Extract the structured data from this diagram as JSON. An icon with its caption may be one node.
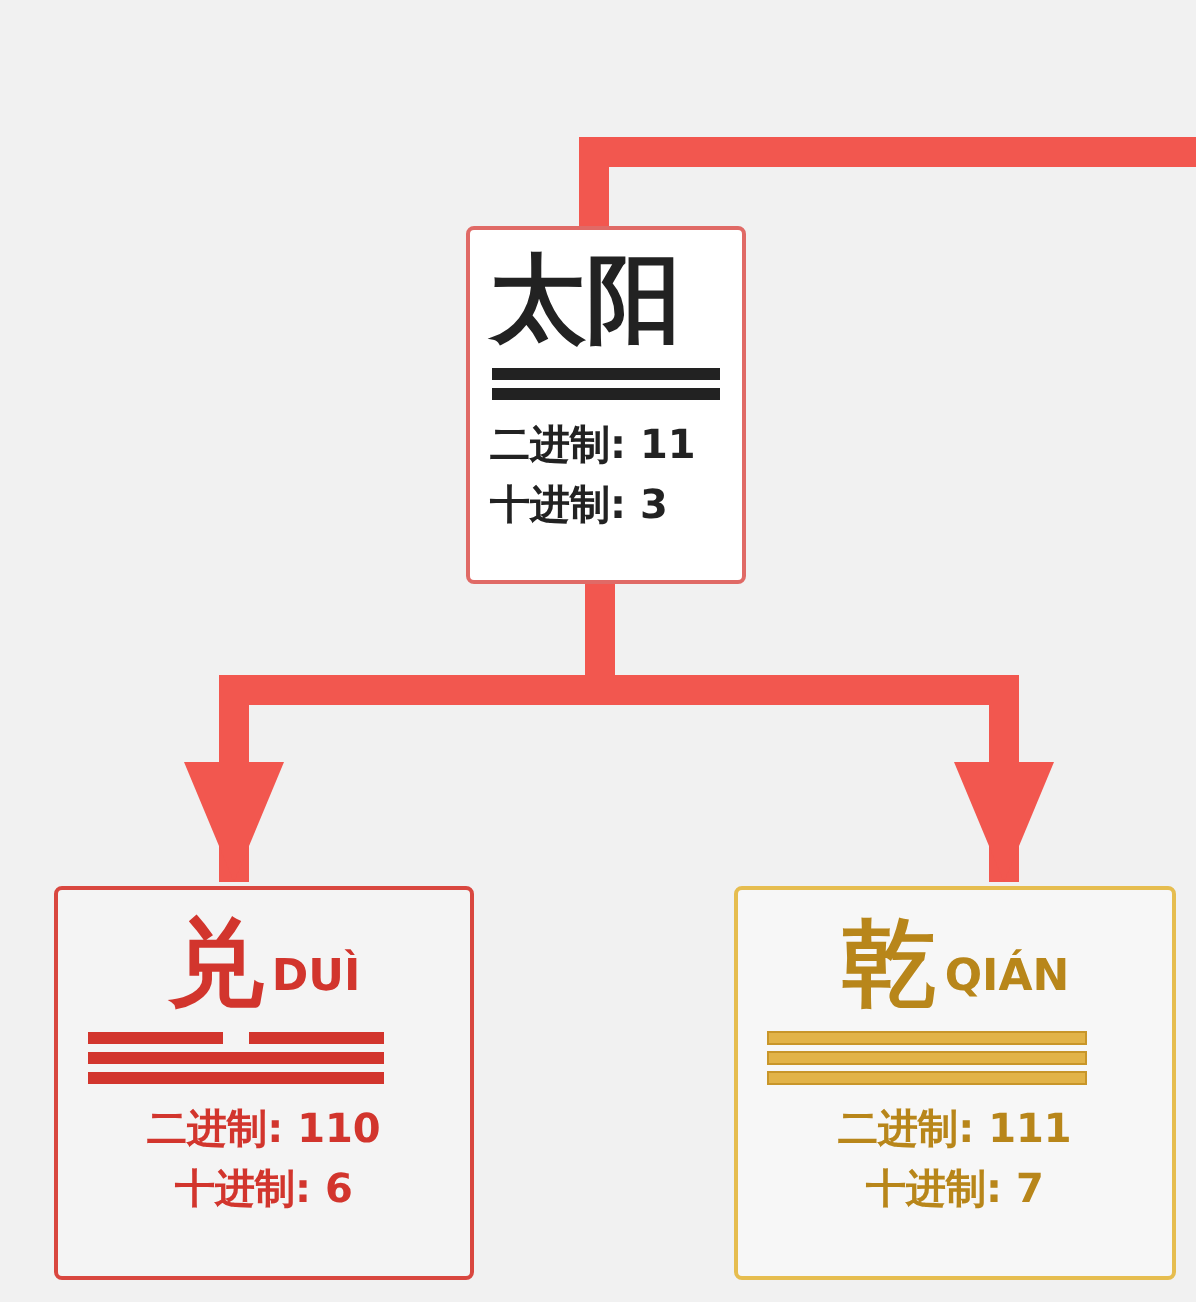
{
  "diagram": {
    "nodes": [
      {
        "text": [
          "太阳",
          "二进制: 11",
          "十进制: 3"
        ]
      },
      {
        "text": [
          "兑",
          "DUÌ",
          "二进制: 110",
          "十进制: 6"
        ]
      },
      {
        "text": [
          "乾",
          "QIÁN",
          "二进制: 111",
          "十进制: 7"
        ]
      }
    ],
    "edges": [
      {
        "from": null,
        "to": 0,
        "arrow": "none"
      },
      {
        "from": 0,
        "to": 1,
        "arrow": "to"
      },
      {
        "from": 0,
        "to": 2,
        "arrow": "to"
      }
    ]
  }
}
